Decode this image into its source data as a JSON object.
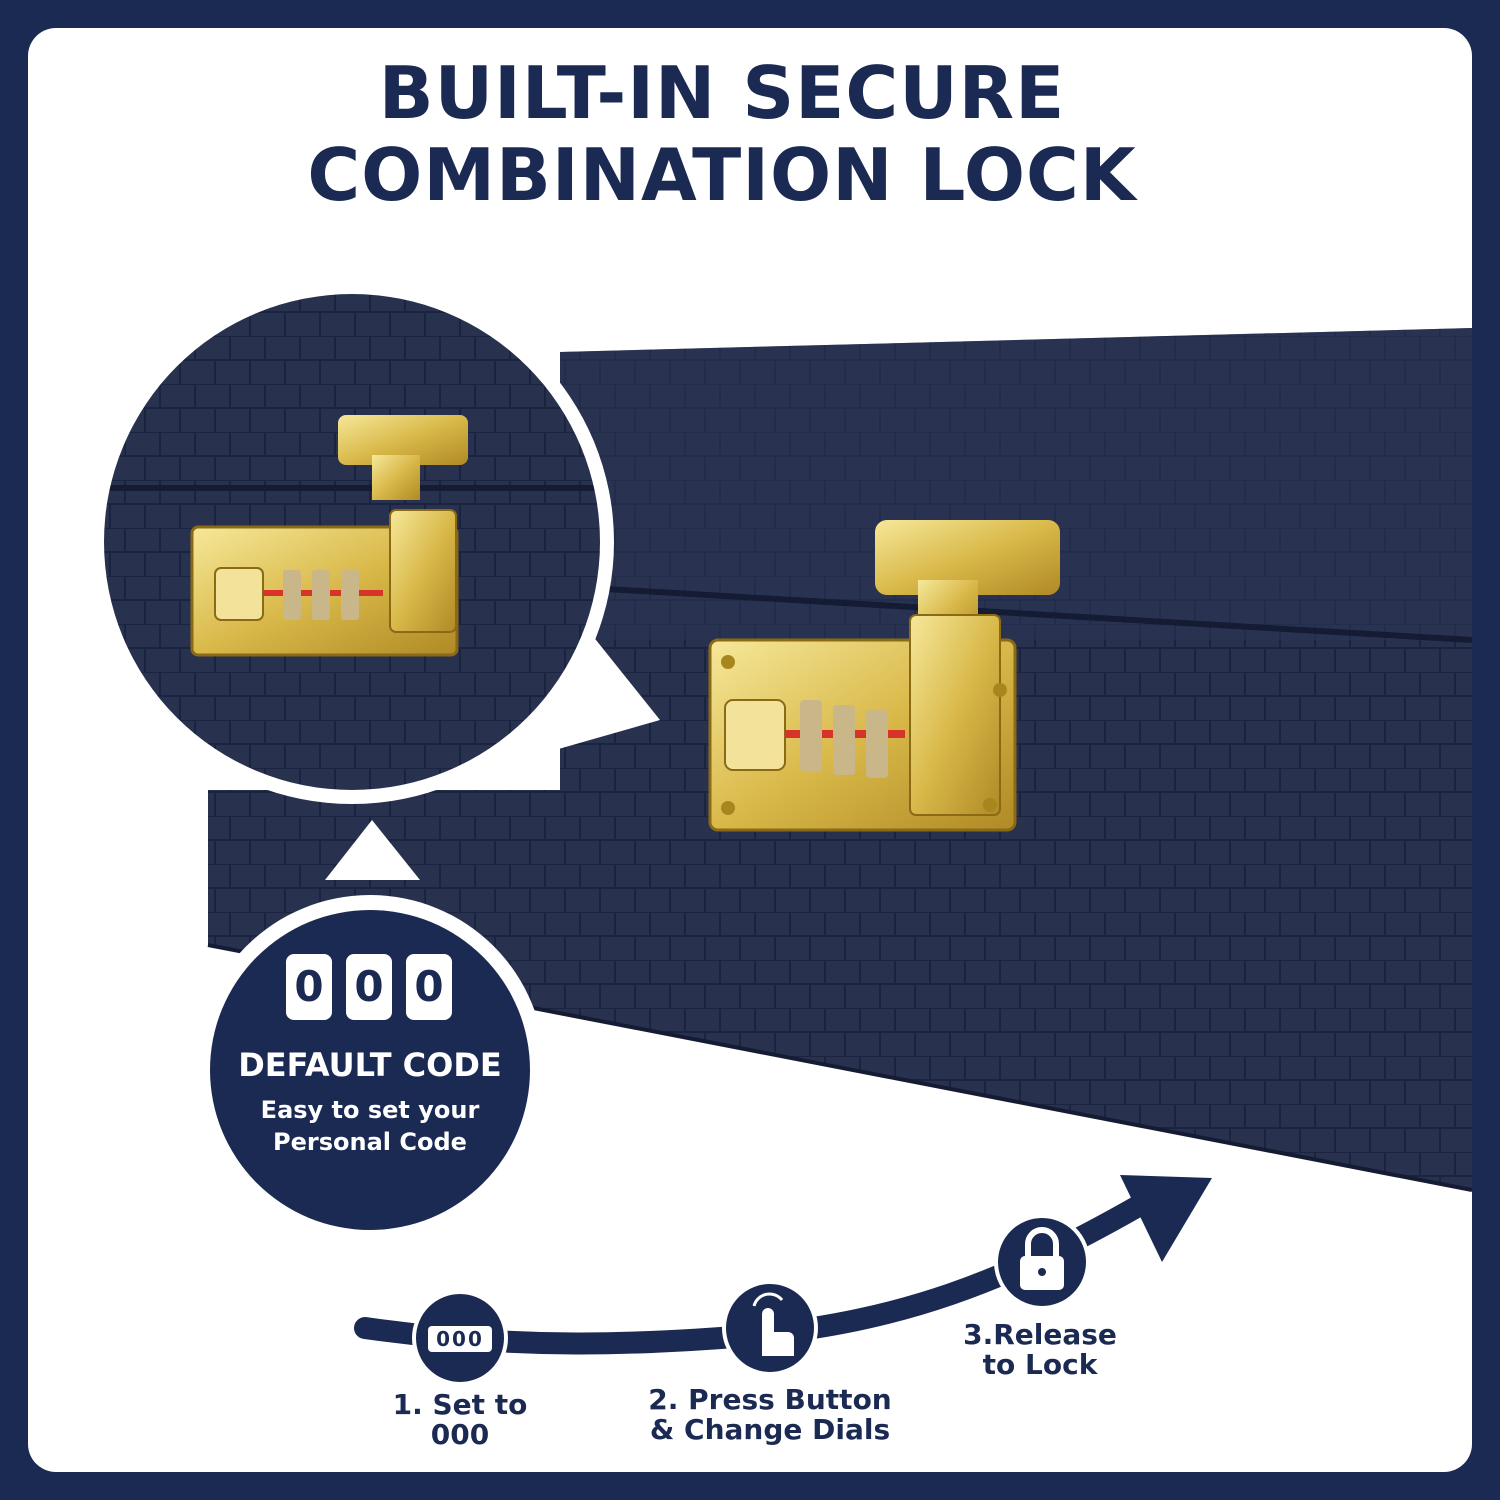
{
  "title": {
    "line1": "BUILT-IN SECURE",
    "line2": "COMBINATION LOCK"
  },
  "default_badge": {
    "digits": [
      "0",
      "0",
      "0"
    ],
    "heading": "DEFAULT CODE",
    "line1": "Easy to set your",
    "line2": "Personal Code"
  },
  "steps": [
    {
      "icon": "dial-000-icon",
      "line1": "1. Set to",
      "line2": "000",
      "dial_text": "000"
    },
    {
      "icon": "press-finger-icon",
      "line1": "2. Press Button",
      "line2": "& Change Dials"
    },
    {
      "icon": "padlock-icon",
      "line1": "3.Release",
      "line2": "to Lock"
    }
  ],
  "colors": {
    "navy": "#1b2a52",
    "case": "#27314f",
    "gold": "#e2c65a",
    "red": "#d8332a"
  }
}
